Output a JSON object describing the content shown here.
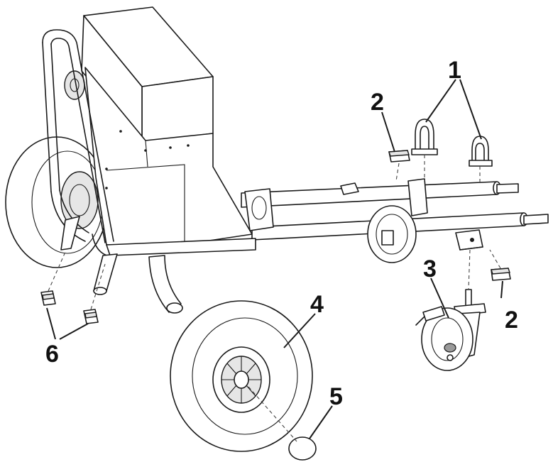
{
  "diagram": {
    "callouts": [
      {
        "id": "1",
        "label": "1"
      },
      {
        "id": "2a",
        "label": "2"
      },
      {
        "id": "2b",
        "label": "2"
      },
      {
        "id": "3",
        "label": "3"
      },
      {
        "id": "4",
        "label": "4"
      },
      {
        "id": "5",
        "label": "5"
      },
      {
        "id": "6",
        "label": "6"
      }
    ]
  },
  "colors": {
    "line": "#1a1a1a",
    "background": "#ffffff",
    "shade": "#e6e6e6"
  }
}
